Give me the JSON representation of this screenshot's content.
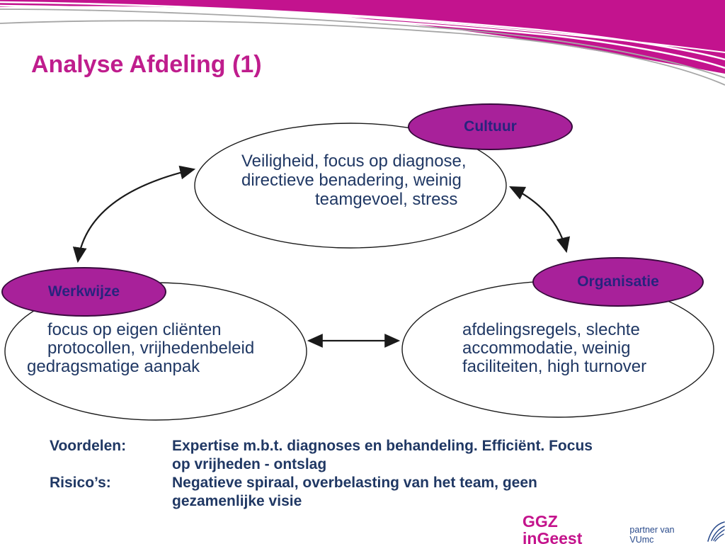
{
  "slide": {
    "title": "Analyse Afdeling (1)"
  },
  "diagram": {
    "nodes": [
      {
        "id": "cultuur",
        "label": "Cultuur",
        "lines": [
          "Veiligheid, focus op diagnose,",
          "directieve benadering, weinig",
          "teamgevoel, stress"
        ]
      },
      {
        "id": "werkwijze",
        "label": "Werkwijze",
        "lines": [
          "focus op eigen cliënten",
          "protocollen, vrijhedenbeleid",
          "gedragsmatige aanpak"
        ]
      },
      {
        "id": "organisatie",
        "label": "Organisatie",
        "lines": [
          "afdelingsregels, slechte",
          "accommodatie, weinig",
          "faciliteiten, high turnover"
        ]
      }
    ],
    "connections": [
      {
        "from": "werkwijze",
        "to": "cultuur",
        "style": "curved-double-arrow"
      },
      {
        "from": "cultuur",
        "to": "organisatie",
        "style": "curved-double-arrow"
      },
      {
        "from": "werkwijze",
        "to": "organisatie",
        "style": "straight-double-arrow"
      }
    ]
  },
  "notes": [
    {
      "term": "Voordelen:",
      "line1": "Expertise m.b.t. diagnoses en behandeling. Efficiënt. Focus",
      "line2": "op vrijheden - ontslag"
    },
    {
      "term": "Risico’s:",
      "line1": "Negatieve spiraal, overbelasting van het team, geen",
      "line2": "gezamenlijke visie"
    }
  ],
  "footer": {
    "brand": "GGZ inGeest",
    "tagline": "partner van VUmc"
  },
  "colors": {
    "header_magenta": "#c3138e",
    "title_magenta": "#bf1d8d",
    "node_fill": "#a8219a",
    "node_border": "#380b3d",
    "node_label_text": "#28237e",
    "body_text": "#203864",
    "outline_black": "#1a1a1a",
    "logo_magenta": "#c4138c",
    "logo_blue": "#2a4b8c",
    "swoosh_gray": "#a6a6a6"
  }
}
